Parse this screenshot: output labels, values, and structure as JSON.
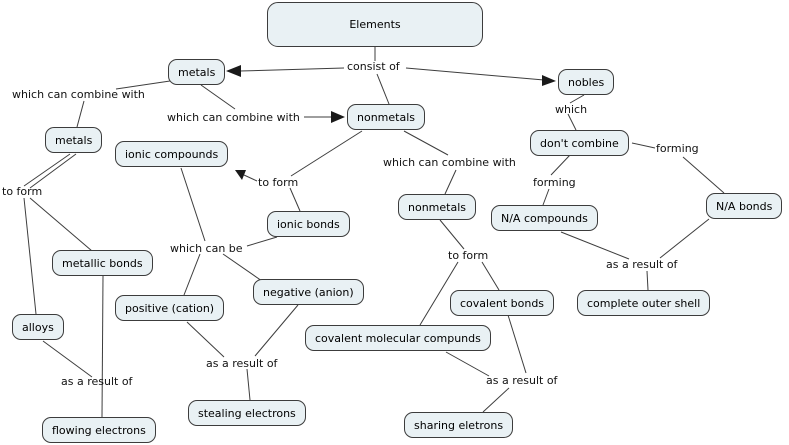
{
  "map_title": "Elements",
  "colors": {
    "background": "#ffffff",
    "node_fill": "#e9f1f4",
    "node_border": "#3c3c3c",
    "edge_line": "#3d3d3d",
    "text": "#000000"
  },
  "nodes": {
    "elements": "Elements",
    "metals_top": "metals",
    "nobles": "nobles",
    "nonmetals_top": "nonmetals",
    "dont_combine": "don't combine",
    "metals_left": "metals",
    "ionic_compounds": "ionic compounds",
    "ionic_bonds": "ionic bonds",
    "nonmetals_right": "nonmetals",
    "na_compounds": "N/A compounds",
    "na_bonds": "N/A bonds",
    "metallic_bonds": "metallic bonds",
    "positive_cation": "positive (cation)",
    "negative_anion": "negative (anion)",
    "covalent_bonds": "covalent bonds",
    "complete_outer_shell": "complete outer shell",
    "alloys": "alloys",
    "covalent_molecular_compunds": "covalent molecular compunds",
    "flowing_electrons": "flowing electrons",
    "stealing_electrons": "stealing electrons",
    "sharing_eletrons": "sharing eletrons"
  },
  "edge_labels": {
    "consist_of": "consist of",
    "wccw_left": "which can combine with",
    "wccw_center": "which can combine with",
    "which": "which",
    "forming_right": "forming",
    "wccw_right": "which can combine with",
    "forming_below": "forming",
    "to_form_left": "to form",
    "to_form_ionic": "to form",
    "which_can_be": "which can be",
    "to_form_center": "to form",
    "as_a_result_right": "as a result of",
    "as_a_result_left": "as a result of",
    "as_a_result_mid": "as a result of",
    "as_a_result_center": "as a result of"
  }
}
